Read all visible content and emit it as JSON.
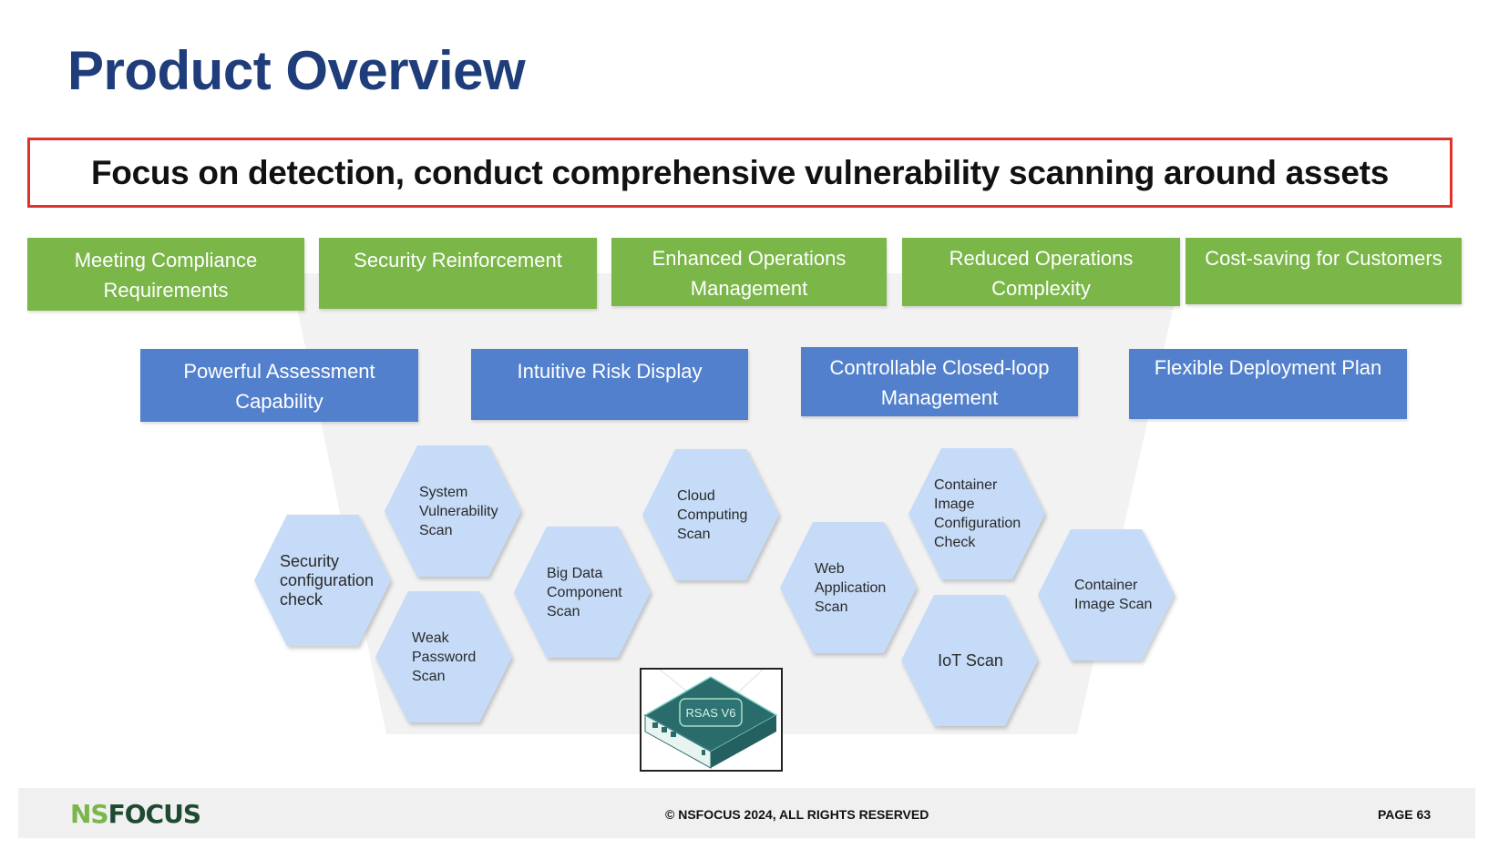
{
  "slide": {
    "title": "Product Overview",
    "banner": "Focus on detection, conduct comprehensive vulnerability scanning around assets"
  },
  "benefits": [
    {
      "label": "Meeting Compliance Requirements"
    },
    {
      "label": "Security Reinforcement"
    },
    {
      "label": "Enhanced Operations Management"
    },
    {
      "label": "Reduced Operations Complexity"
    },
    {
      "label": "Cost-saving for Customers"
    }
  ],
  "capabilities": [
    {
      "label": "Powerful Assessment Capability"
    },
    {
      "label": "Intuitive Risk Display"
    },
    {
      "label": "Controllable Closed-loop Management"
    },
    {
      "label": "Flexible Deployment Plan"
    }
  ],
  "scan_types": [
    {
      "label": "Security configuration check"
    },
    {
      "label": "System Vulnerability Scan"
    },
    {
      "label": "Weak Password Scan"
    },
    {
      "label": "Big Data Component Scan"
    },
    {
      "label": "Cloud Computing Scan"
    },
    {
      "label": "Web Application Scan"
    },
    {
      "label": "Container Image Configuration Check"
    },
    {
      "label": "IoT Scan"
    },
    {
      "label": "Container Image Scan"
    }
  ],
  "device": {
    "label": "RSAS V6",
    "icon": "network-appliance-icon"
  },
  "footer": {
    "logo_part1": "NS",
    "logo_part2": "FOCUS",
    "copyright": "© NSFOCUS 2024, ALL RIGHTS RESERVED",
    "page": "PAGE 63"
  },
  "colors": {
    "title": "#1f3d7a",
    "banner_border": "#e0322c",
    "benefit_fill": "#7ab648",
    "capability_fill": "#5280cc",
    "hex_fill": "#c5dbf7",
    "device_teal": "#2a6b6b",
    "logo_green": "#7ab648",
    "logo_dark": "#1e4a32"
  }
}
